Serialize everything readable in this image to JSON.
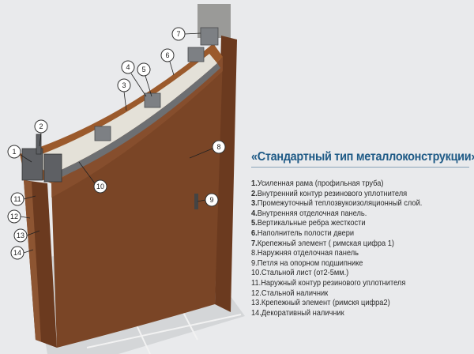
{
  "title": "«Стандартный тип металлоконструкции»",
  "items": [
    {
      "num": "1.",
      "text": "Усиленная рама (профильная труба)"
    },
    {
      "num": "2.",
      "text": "Внутренний контур резинового уплотнителя"
    },
    {
      "num": "3.",
      "text": "Промежуточный теплозвукоизоляционный слой."
    },
    {
      "num": "4.",
      "text": "Внутренняя отделочная панель."
    },
    {
      "num": "5.",
      "text": "Вертикальные ребра жесткости"
    },
    {
      "num": "6.",
      "text": "Наполнитель полости двери"
    },
    {
      "num": "7.",
      "text": "Крепежный элемент ( римская цифра 1)"
    },
    {
      "num": "8.",
      "text": "Наружняя отделочная панель"
    },
    {
      "num": "9.",
      "text": "Петля на опорном подшипнике"
    },
    {
      "num": "10.",
      "text": "Стальной лист (от2-5мм.)"
    },
    {
      "num": "11.",
      "text": "Наружный контур резинового уплотнителя"
    },
    {
      "num": "12.",
      "text": "Стальной наличник"
    },
    {
      "num": "13.",
      "text": "Крепежный элемент (римскя цифра2)"
    },
    {
      "num": "14.",
      "text": "Декоративный наличник"
    }
  ],
  "callouts": [
    "1",
    "2",
    "3",
    "4",
    "5",
    "6",
    "7",
    "8",
    "9",
    "10",
    "11",
    "12",
    "13",
    "14"
  ],
  "colors": {
    "title": "#1e5a86",
    "wood": "#7a4526",
    "steel": "#6d6f72",
    "insulation": "#e4e1d8",
    "background": "#e9eaec"
  }
}
